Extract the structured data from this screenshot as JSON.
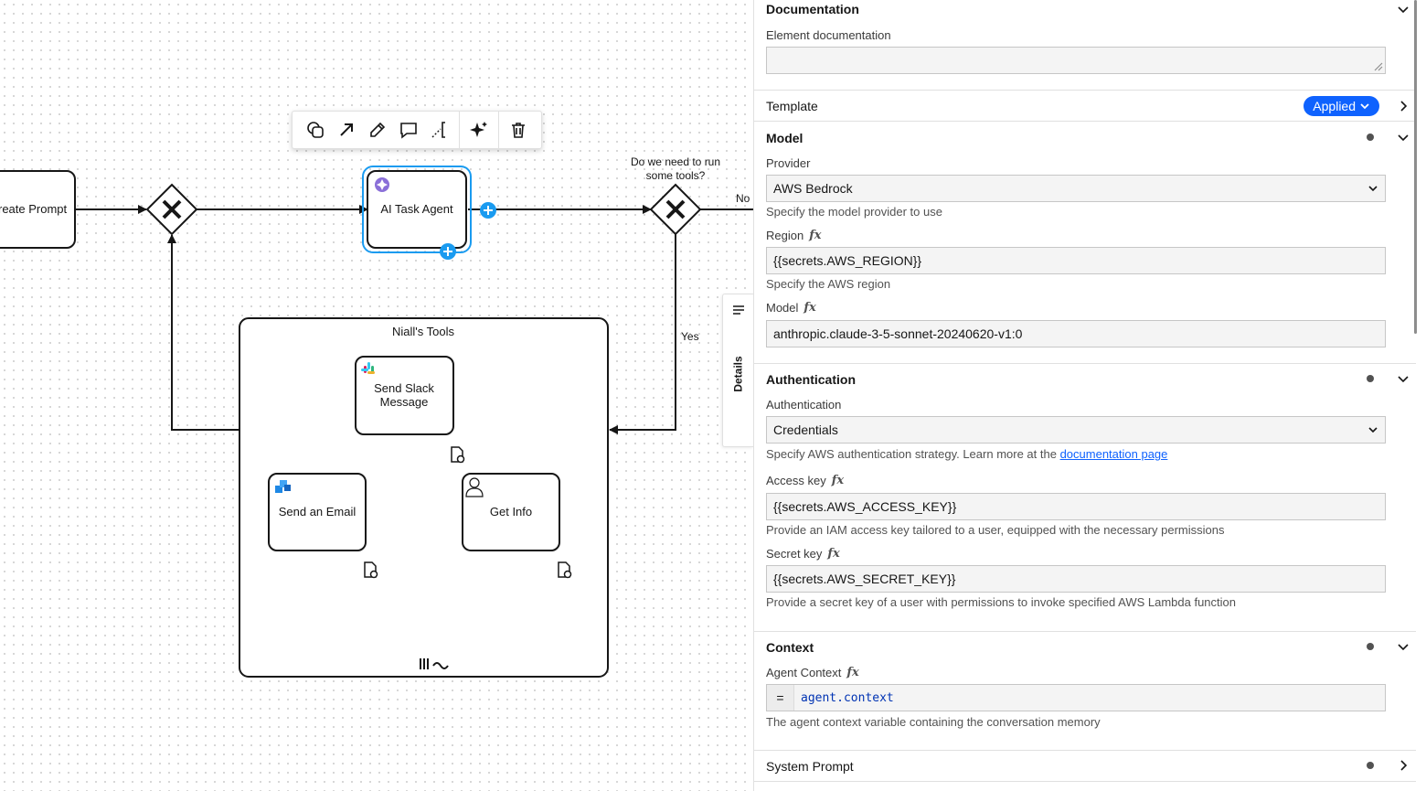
{
  "diagram": {
    "create_prompt": "reate Prompt",
    "ai_task_agent": "AI Task Agent",
    "question": [
      "Do we need to run",
      "some tools?"
    ],
    "no_label": "No",
    "yes_label": "Yes",
    "subprocess_title": "Niall's Tools",
    "send_slack": [
      "Send Slack",
      "Message"
    ],
    "send_email": "Send an Email",
    "get_info": "Get Info",
    "colors": {
      "selected": "#1a9bf0",
      "agent_icon": "#8a6fd8",
      "email_icon": "#1e88e5"
    }
  },
  "toolbar": {
    "icons": [
      "shapes-icon",
      "connect-arrow-icon",
      "edit-icon",
      "comment-icon",
      "annotation-icon",
      "sparkle-icon",
      "trash-icon"
    ]
  },
  "details_tab": {
    "label": "Details"
  },
  "panel": {
    "documentation": {
      "title": "Documentation",
      "label": "Element documentation",
      "value": ""
    },
    "template": {
      "title": "Template",
      "badge": "Applied"
    },
    "model": {
      "title": "Model",
      "provider_label": "Provider",
      "provider_value": "AWS Bedrock",
      "provider_help": "Specify the model provider to use",
      "region_label": "Region",
      "region_value": "{{secrets.AWS_REGION}}",
      "region_help": "Specify the AWS region",
      "model_label": "Model",
      "model_value": "anthropic.claude-3-5-sonnet-20240620-v1:0"
    },
    "authentication": {
      "title": "Authentication",
      "auth_label": "Authentication",
      "auth_value": "Credentials",
      "auth_help": "Specify AWS authentication strategy. Learn more at the",
      "auth_help_link": "documentation page",
      "access_label": "Access key",
      "access_value": "{{secrets.AWS_ACCESS_KEY}}",
      "access_help": "Provide an IAM access key tailored to a user, equipped with the necessary permissions",
      "secret_label": "Secret key",
      "secret_value": "{{secrets.AWS_SECRET_KEY}}",
      "secret_help": "Provide a secret key of a user with permissions to invoke specified AWS Lambda function"
    },
    "context": {
      "title": "Context",
      "agent_label": "Agent Context",
      "feel_prefix": "=",
      "agent_value": "agent.context",
      "agent_help": "The agent context variable containing the conversation memory"
    },
    "system_prompt": {
      "title": "System Prompt"
    },
    "fx": "fx"
  }
}
